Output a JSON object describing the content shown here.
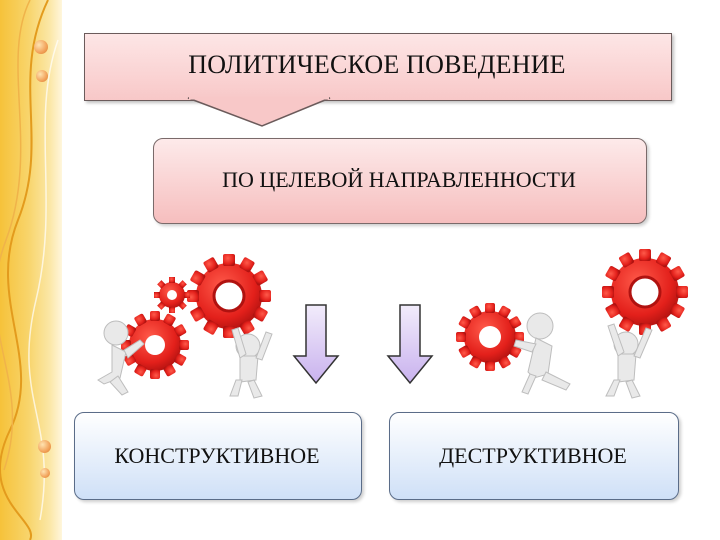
{
  "diagram": {
    "title": "ПОЛИТИЧЕСКОЕ ПОВЕДЕНИЕ",
    "criterion": "ПО ЦЕЛЕВОЙ НАПРАВЛЕННОСТИ",
    "outcomes": {
      "left": "КОНСТРУКТИВНОЕ",
      "right": "ДЕСТРУКТИВНОЕ"
    }
  },
  "colors": {
    "title_fill": "#f8c8c8",
    "criterion_fill": "#f6bebe",
    "outcome_fill": "#cfe0f7",
    "arrow_fill": "#d9c6f2",
    "gear_red": "#e3201b",
    "side_strip": "#f6c23a"
  },
  "icons": [
    "gear-icon",
    "figure-icon",
    "down-arrow-icon"
  ]
}
